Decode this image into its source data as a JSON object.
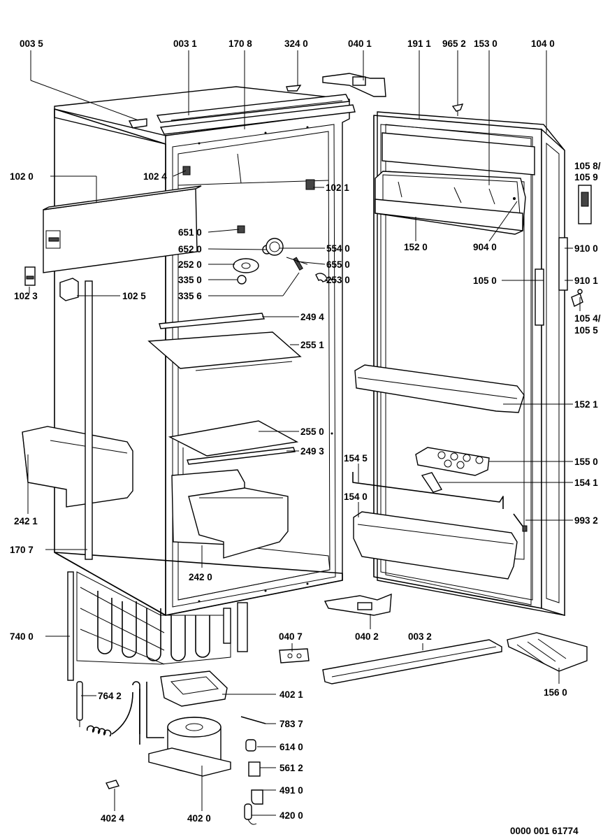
{
  "drawing_number": "0000 001 61774",
  "callouts": {
    "c0035": "003 5",
    "c0031": "003 1",
    "c1708": "170 8",
    "c3240": "324 0",
    "c0401": "040 1",
    "c1911": "191 1",
    "c9652": "965 2",
    "c1530": "153 0",
    "c1040": "104 0",
    "c1020": "102 0",
    "c1024": "102 4",
    "c1021": "102 1",
    "c1058": "105 8/",
    "c1059": "105 9",
    "c6510": "651 0",
    "c6520": "652 0",
    "c2520": "252 0",
    "c3350": "335 0",
    "c3356": "335 6",
    "c5540": "554 0",
    "c6550": "655 0",
    "c2530": "253 0",
    "c1520": "152 0",
    "c9040": "904 0",
    "c9100": "910 0",
    "c1023": "102 3",
    "c1025": "102 5",
    "c1050": "105 0",
    "c9101": "910 1",
    "c1054": "105 4/",
    "c1055": "105 5",
    "c2494": "249 4",
    "c2551": "255 1",
    "c1521": "152 1",
    "c2550": "255 0",
    "c2493": "249 3",
    "c1550": "155 0",
    "c1545": "154 5",
    "c1541": "154 1",
    "c1540": "154 0",
    "c2421": "242 1",
    "c9932": "993 2",
    "c1707": "170 7",
    "c2420": "242 0",
    "c7400": "740 0",
    "c0407": "040 7",
    "c0402": "040 2",
    "c0032": "003 2",
    "c1560": "156 0",
    "c7642": "764 2",
    "c4021": "402 1",
    "c7837": "783 7",
    "c6140": "614 0",
    "c5612": "561 2",
    "c4910": "491 0",
    "c4024": "402 4",
    "c4020": "402 0",
    "c4200": "420 0"
  }
}
